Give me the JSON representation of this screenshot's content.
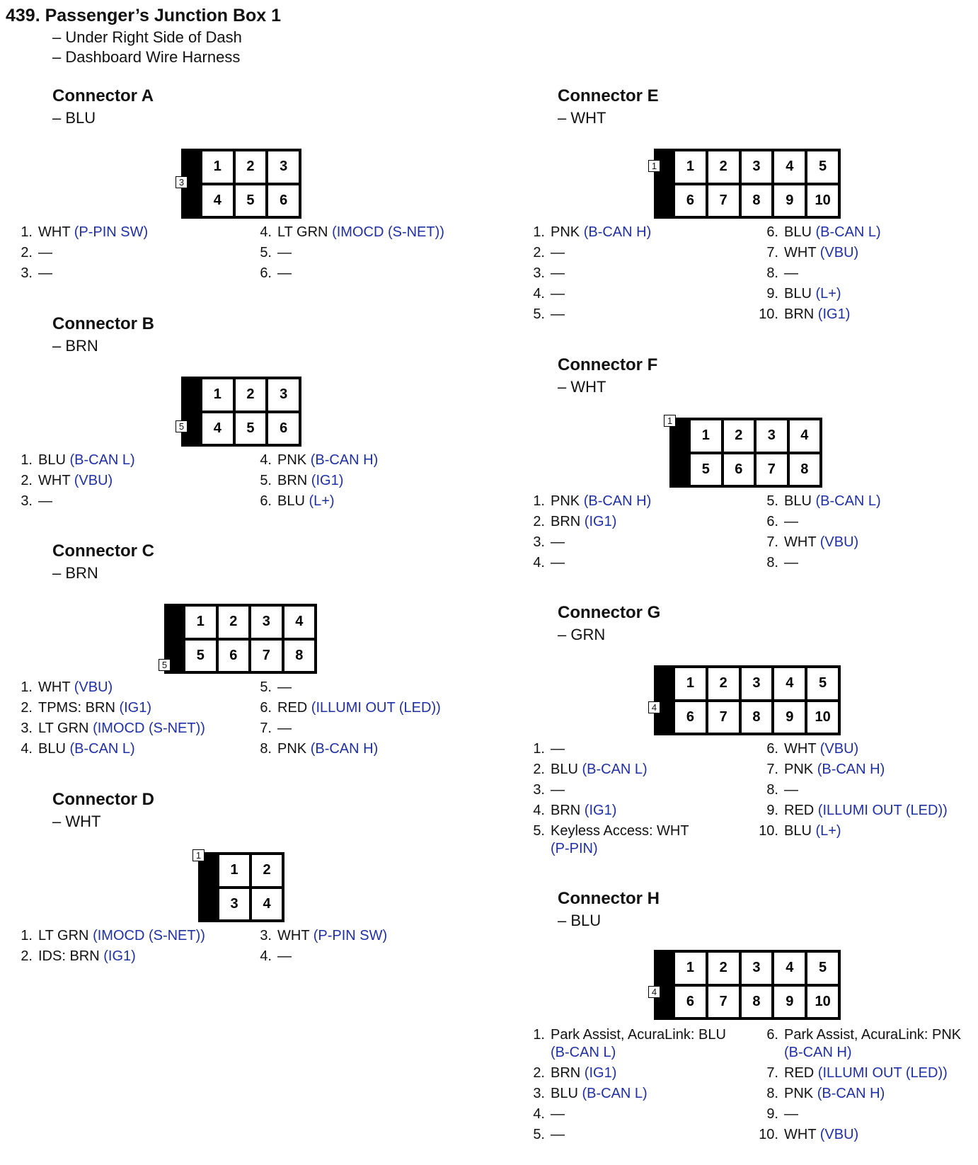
{
  "doc": {
    "title": "439.  Passenger’s Junction Box 1",
    "subtitle_1": "– Under Right Side of Dash",
    "subtitle_2": "– Dashboard Wire Harness",
    "signal_color": "#1f2fa6"
  },
  "connectors": {
    "A": {
      "title": "Connector A",
      "color": "– BLU",
      "tag": "3",
      "rows": [
        [
          "1",
          "2",
          "3"
        ],
        [
          "4",
          "5",
          "6"
        ]
      ],
      "pins_left": [
        {
          "n": "1.",
          "wire": "WHT ",
          "sig": "(P-PIN SW)"
        },
        {
          "n": "2.",
          "wire": "—",
          "sig": ""
        },
        {
          "n": "3.",
          "wire": "—",
          "sig": ""
        }
      ],
      "pins_right": [
        {
          "n": "4.",
          "wire": "LT GRN ",
          "sig": "(IMOCD (S-NET))"
        },
        {
          "n": "5.",
          "wire": "—",
          "sig": ""
        },
        {
          "n": "6.",
          "wire": "—",
          "sig": ""
        }
      ]
    },
    "B": {
      "title": "Connector B",
      "color": "– BRN",
      "tag": "5",
      "rows": [
        [
          "1",
          "2",
          "3"
        ],
        [
          "4",
          "5",
          "6"
        ]
      ],
      "pins_left": [
        {
          "n": "1.",
          "wire": "BLU ",
          "sig": "(B-CAN L)"
        },
        {
          "n": "2.",
          "wire": "WHT ",
          "sig": "(VBU)"
        },
        {
          "n": "3.",
          "wire": "—",
          "sig": ""
        }
      ],
      "pins_right": [
        {
          "n": "4.",
          "wire": "PNK ",
          "sig": "(B-CAN H)"
        },
        {
          "n": "5.",
          "wire": "BRN ",
          "sig": "(IG1)"
        },
        {
          "n": "6.",
          "wire": "BLU ",
          "sig": "(L+)"
        }
      ]
    },
    "C": {
      "title": "Connector C",
      "color": "– BRN",
      "tag": "5",
      "rows": [
        [
          "1",
          "2",
          "3",
          "4"
        ],
        [
          "5",
          "6",
          "7",
          "8"
        ]
      ],
      "pins_left": [
        {
          "n": "1.",
          "wire": "WHT ",
          "sig": "(VBU)"
        },
        {
          "n": "2.",
          "wire": "TPMS: BRN ",
          "sig": "(IG1)"
        },
        {
          "n": "3.",
          "wire": "LT GRN ",
          "sig": "(IMOCD (S-NET))"
        },
        {
          "n": "4.",
          "wire": "BLU ",
          "sig": "(B-CAN L)"
        }
      ],
      "pins_right": [
        {
          "n": "5.",
          "wire": "—",
          "sig": ""
        },
        {
          "n": "6.",
          "wire": "RED ",
          "sig": "(ILLUMI OUT (LED))"
        },
        {
          "n": "7.",
          "wire": "—",
          "sig": ""
        },
        {
          "n": "8.",
          "wire": "PNK ",
          "sig": "(B-CAN H)"
        }
      ]
    },
    "D": {
      "title": "Connector D",
      "color": "– WHT",
      "tag": "1",
      "rows": [
        [
          "1",
          "2"
        ],
        [
          "3",
          "4"
        ]
      ],
      "pins_left": [
        {
          "n": "1.",
          "wire": "LT GRN ",
          "sig": "(IMOCD (S-NET))"
        },
        {
          "n": "2.",
          "wire": "IDS: BRN ",
          "sig": "(IG1)"
        }
      ],
      "pins_right": [
        {
          "n": "3.",
          "wire": "WHT ",
          "sig": "(P-PIN SW)"
        },
        {
          "n": "4.",
          "wire": "—",
          "sig": ""
        }
      ]
    },
    "E": {
      "title": "Connector E",
      "color": "– WHT",
      "tag": "1",
      "rows": [
        [
          "1",
          "2",
          "3",
          "4",
          "5"
        ],
        [
          "6",
          "7",
          "8",
          "9",
          "10"
        ]
      ],
      "pins_left": [
        {
          "n": "1.",
          "wire": "PNK ",
          "sig": "(B-CAN H)"
        },
        {
          "n": "2.",
          "wire": "—",
          "sig": ""
        },
        {
          "n": "3.",
          "wire": "—",
          "sig": ""
        },
        {
          "n": "4.",
          "wire": "—",
          "sig": ""
        },
        {
          "n": "5.",
          "wire": "—",
          "sig": ""
        }
      ],
      "pins_right": [
        {
          "n": "6.",
          "wire": "BLU ",
          "sig": "(B-CAN L)"
        },
        {
          "n": "7.",
          "wire": "WHT ",
          "sig": "(VBU)"
        },
        {
          "n": "8.",
          "wire": "—",
          "sig": ""
        },
        {
          "n": "9.",
          "wire": "BLU ",
          "sig": "(L+)"
        },
        {
          "n": "10.",
          "wire": "BRN ",
          "sig": "(IG1)"
        }
      ]
    },
    "F": {
      "title": "Connector F",
      "color": "– WHT",
      "tag": "1",
      "rows": [
        [
          "1",
          "2",
          "3",
          "4"
        ],
        [
          "5",
          "6",
          "7",
          "8"
        ]
      ],
      "pins_left": [
        {
          "n": "1.",
          "wire": "PNK ",
          "sig": "(B-CAN H)"
        },
        {
          "n": "2.",
          "wire": "BRN ",
          "sig": "(IG1)"
        },
        {
          "n": "3.",
          "wire": "—",
          "sig": ""
        },
        {
          "n": "4.",
          "wire": "—",
          "sig": ""
        }
      ],
      "pins_right": [
        {
          "n": "5.",
          "wire": "BLU ",
          "sig": "(B-CAN L)"
        },
        {
          "n": "6.",
          "wire": "—",
          "sig": ""
        },
        {
          "n": "7.",
          "wire": "WHT ",
          "sig": "(VBU)"
        },
        {
          "n": "8.",
          "wire": "—",
          "sig": ""
        }
      ]
    },
    "G": {
      "title": "Connector G",
      "color": "– GRN",
      "tag": "4",
      "rows": [
        [
          "1",
          "2",
          "3",
          "4",
          "5"
        ],
        [
          "6",
          "7",
          "8",
          "9",
          "10"
        ]
      ],
      "pins_left": [
        {
          "n": "1.",
          "wire": "—",
          "sig": ""
        },
        {
          "n": "2.",
          "wire": "BLU ",
          "sig": "(B-CAN L)"
        },
        {
          "n": "3.",
          "wire": "—",
          "sig": ""
        },
        {
          "n": "4.",
          "wire": "BRN ",
          "sig": "(IG1)"
        },
        {
          "n": "5.",
          "wire": "Keyless Access: WHT",
          "sig": "(P-PIN)",
          "wrap": true
        }
      ],
      "pins_right": [
        {
          "n": "6.",
          "wire": "WHT ",
          "sig": "(VBU)"
        },
        {
          "n": "7.",
          "wire": "PNK ",
          "sig": "(B-CAN H)"
        },
        {
          "n": "8.",
          "wire": "—",
          "sig": ""
        },
        {
          "n": "9.",
          "wire": "RED ",
          "sig": "(ILLUMI OUT (LED))"
        },
        {
          "n": "10.",
          "wire": "BLU ",
          "sig": "(L+)"
        }
      ]
    },
    "H": {
      "title": "Connector H",
      "color": "– BLU",
      "tag": "4",
      "rows": [
        [
          "1",
          "2",
          "3",
          "4",
          "5"
        ],
        [
          "6",
          "7",
          "8",
          "9",
          "10"
        ]
      ],
      "pins_left": [
        {
          "n": "1.",
          "wire": "Park Assist, AcuraLink: BLU",
          "sig": "(B-CAN L)",
          "wrap": true
        },
        {
          "n": "2.",
          "wire": "BRN ",
          "sig": "(IG1)"
        },
        {
          "n": "3.",
          "wire": "BLU ",
          "sig": "(B-CAN L)"
        },
        {
          "n": "4.",
          "wire": "—",
          "sig": ""
        },
        {
          "n": "5.",
          "wire": "—",
          "sig": ""
        }
      ],
      "pins_right": [
        {
          "n": "6.",
          "wire": "Park Assist, AcuraLink: PNK",
          "sig": "(B-CAN H)",
          "wrap": true
        },
        {
          "n": "7.",
          "wire": "RED ",
          "sig": "(ILLUMI OUT (LED))"
        },
        {
          "n": "8.",
          "wire": "PNK ",
          "sig": "(B-CAN H)"
        },
        {
          "n": "9.",
          "wire": "—",
          "sig": ""
        },
        {
          "n": "10.",
          "wire": "WHT ",
          "sig": "(VBU)"
        }
      ]
    }
  }
}
